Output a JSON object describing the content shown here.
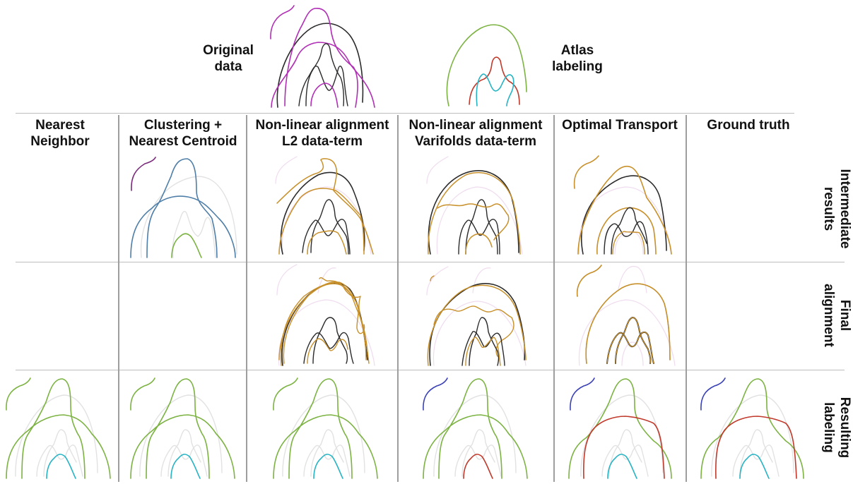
{
  "top": {
    "original_label": [
      "Original",
      "data"
    ],
    "atlas_label": [
      "Atlas",
      "labeling"
    ]
  },
  "columns": [
    {
      "id": "nearest-neighbor",
      "lines": [
        "Nearest",
        "Neighbor"
      ]
    },
    {
      "id": "clustering-nearest-centroid",
      "lines": [
        "Clustering +",
        "Nearest Centroid"
      ]
    },
    {
      "id": "nonlinear-l2",
      "lines": [
        "Non-linear alignment",
        "L2 data-term"
      ]
    },
    {
      "id": "nonlinear-varifolds",
      "lines": [
        "Non-linear alignment",
        "Varifolds data-term"
      ]
    },
    {
      "id": "optimal-transport",
      "lines": [
        "Optimal Transport",
        ""
      ]
    },
    {
      "id": "ground-truth",
      "lines": [
        "Ground truth",
        ""
      ]
    }
  ],
  "rows": [
    {
      "id": "intermediate-results",
      "lines": [
        "Intermediate",
        "results"
      ]
    },
    {
      "id": "final-alignment",
      "lines": [
        "Final",
        "alignment"
      ]
    },
    {
      "id": "resulting-labeling",
      "lines": [
        "Resulting",
        "labeling"
      ]
    }
  ],
  "colors": {
    "magenta": "#b02fb5",
    "black": "#2b2b2b",
    "green": "#7cb342",
    "red": "#c0392b",
    "cyan": "#26b3c4",
    "blue": "#3a41b5",
    "steel_blue": "#4f7fa8",
    "purple": "#7a2a7a",
    "orange": "#c8902a",
    "ghost_gray": "#e2e2e2",
    "ghost_pink": "#efdcef",
    "grid": "#bdbdbd"
  },
  "panels": {
    "original": {
      "colors": [
        "magenta",
        "black",
        "magenta",
        "black",
        "magenta",
        "magenta"
      ]
    },
    "atlas": {
      "colors": [
        "green",
        "red",
        "cyan"
      ]
    },
    "labeling": [
      {
        "col": "nearest-neighbor",
        "fragment": "green",
        "big_arch": "green",
        "mid_arch": "green",
        "inner": "cyan"
      },
      {
        "col": "clustering-nearest-centroid",
        "fragment": "green",
        "big_arch": "green",
        "mid_arch": "green",
        "inner": "cyan"
      },
      {
        "col": "nonlinear-l2",
        "fragment": "green",
        "big_arch": "green",
        "mid_arch": "green",
        "inner": "cyan"
      },
      {
        "col": "nonlinear-varifolds",
        "fragment": "blue",
        "big_arch": "green",
        "mid_arch": "green",
        "inner": "red"
      },
      {
        "col": "optimal-transport",
        "fragment": "blue",
        "big_arch": "green",
        "mid_arch": "red",
        "inner": "cyan"
      },
      {
        "col": "ground-truth",
        "fragment": "blue",
        "big_arch": "green",
        "mid_arch": "red",
        "inner": "cyan"
      }
    ]
  }
}
